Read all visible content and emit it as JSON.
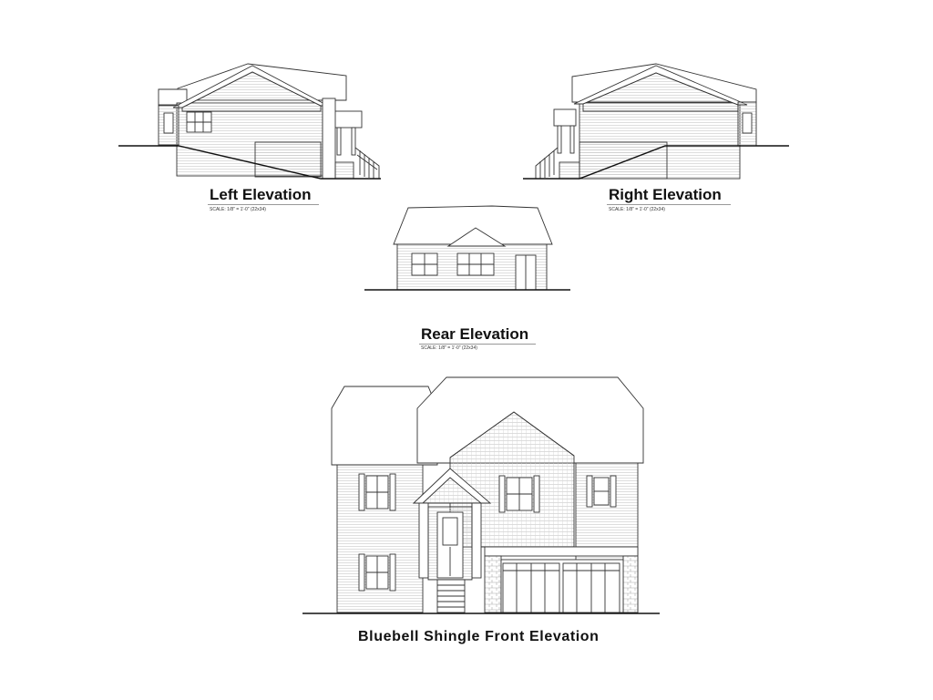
{
  "sheet": {
    "left": {
      "title": "Left Elevation",
      "scale": "SCALE: 1/8\" = 1'-0\" (22x34)"
    },
    "right": {
      "title": "Right Elevation",
      "scale": "SCALE: 1/8\" = 1'-0\" (22x34)"
    },
    "rear": {
      "title": "Rear Elevation",
      "scale": "SCALE: 1/8\" = 1'-0\" (22x34)"
    },
    "front": {
      "title": "Bluebell Shingle Front Elevation"
    }
  },
  "colors": {
    "line": "#333333",
    "ground": "#111111"
  }
}
